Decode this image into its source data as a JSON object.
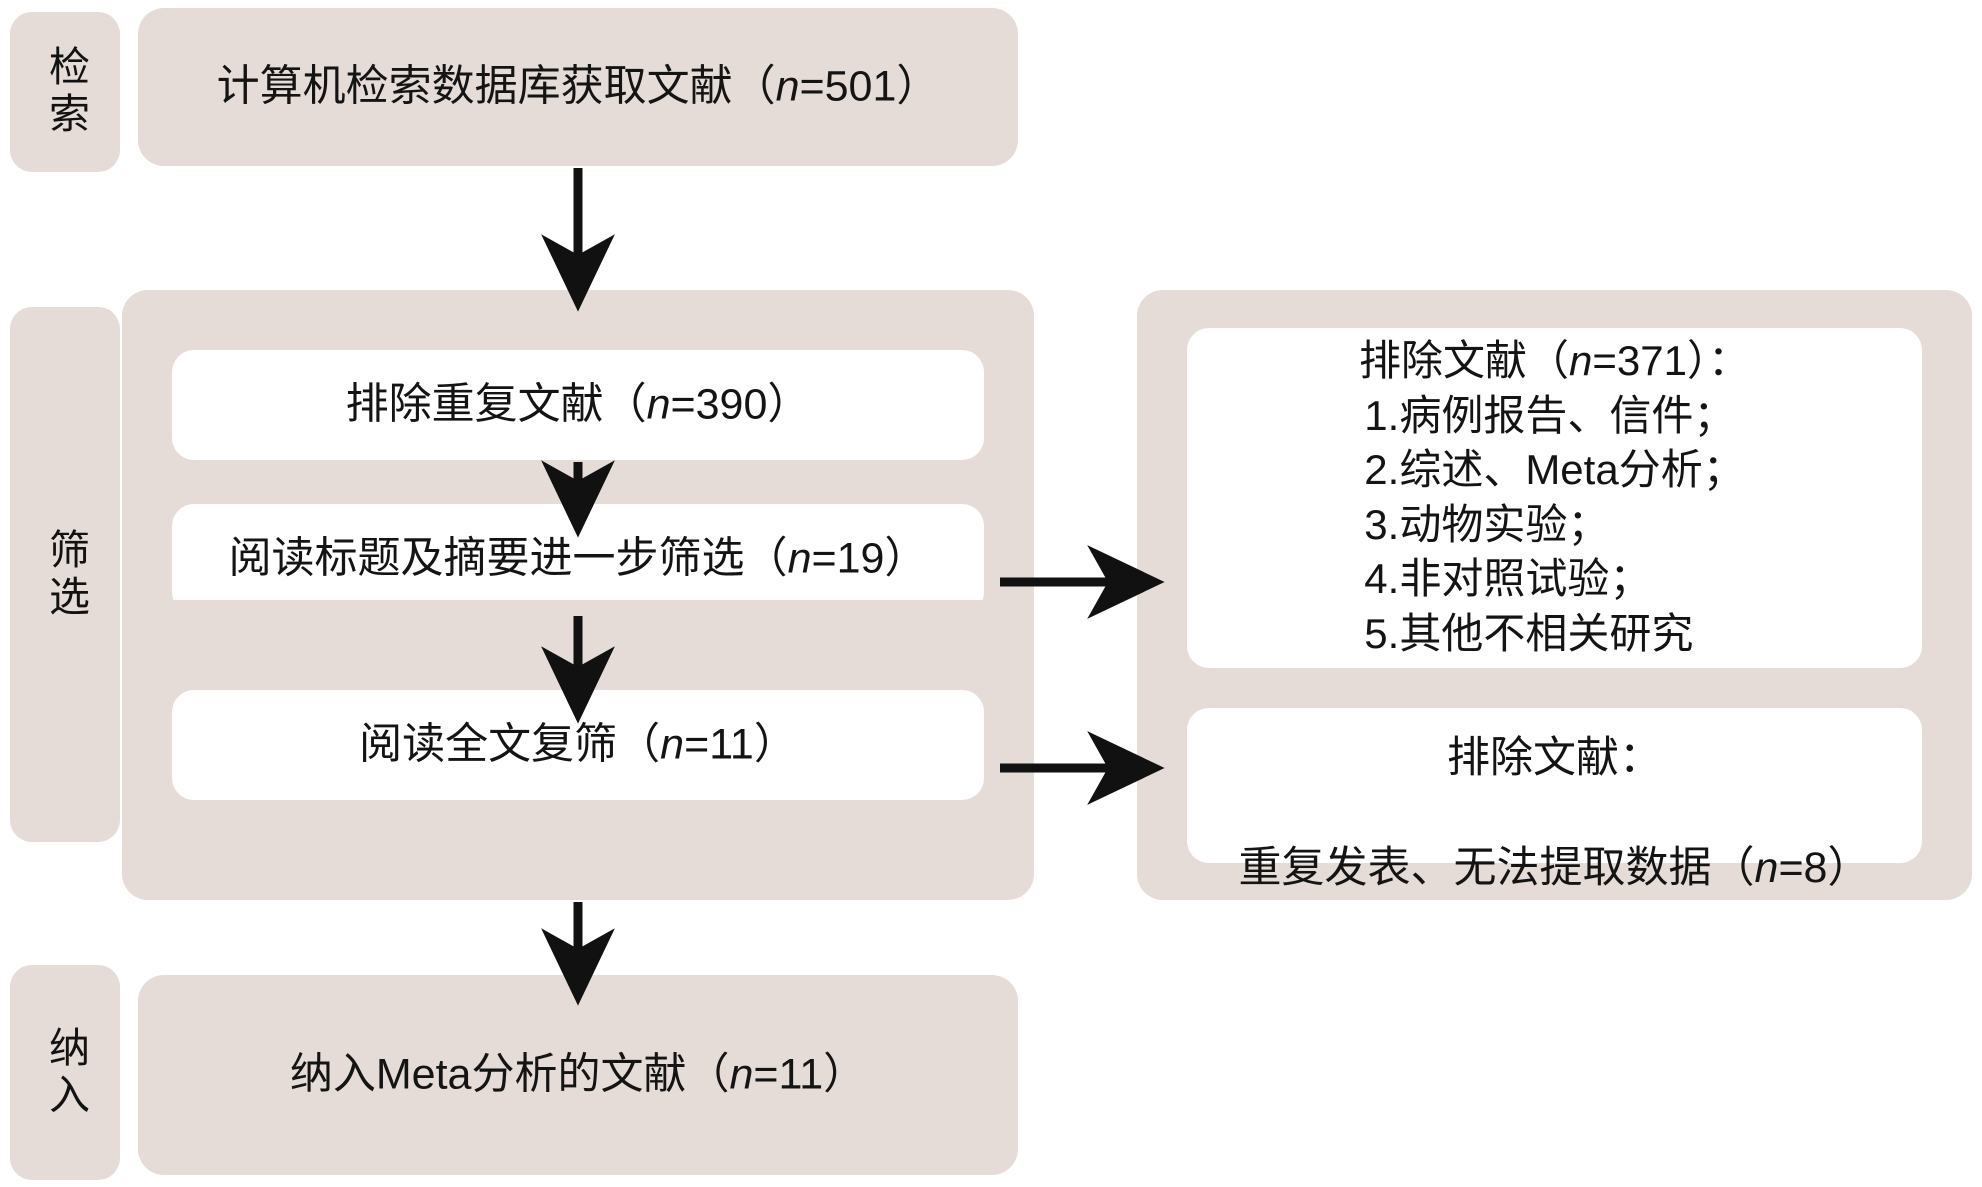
{
  "diagram": {
    "title": "PRISMA literature screening flow diagram",
    "colors": {
      "panel": "#e5dbd7",
      "card": "#ffffff",
      "text": "#141414",
      "arrow": "#111111",
      "background": "#ffffff"
    }
  },
  "stages": [
    {
      "id": "search",
      "label": "检索"
    },
    {
      "id": "screening",
      "label": "筛选"
    },
    {
      "id": "included",
      "label": "纳入"
    }
  ],
  "boxes": {
    "identification": {
      "text": "计算机检索数据库获取文献（n=501）",
      "n": 501
    },
    "deduplication": {
      "text": "排除重复文献（n=390）",
      "n": 390
    },
    "title_abstract": {
      "text": "阅读标题及摘要进一步筛选（n=19）",
      "n": 19
    },
    "fulltext": {
      "text": "阅读全文复筛（n=11）",
      "n": 11
    },
    "included": {
      "text": "纳入Meta分析的文献（n=11）",
      "n": 11
    }
  },
  "exclusions": {
    "primary": {
      "header": "排除文献（n=371）：",
      "n": 371,
      "items": [
        "1.病例报告、信件；",
        "2.综述、Meta分析；",
        "3.动物实验；",
        "4.非对照试验；",
        "5.其他不相关研究"
      ]
    },
    "secondary": {
      "header": "排除文献：",
      "detail": "重复发表、无法提取数据（n=8）",
      "n": 8
    }
  },
  "arrows": [
    {
      "id": "identification-to-screening",
      "direction": "down"
    },
    {
      "id": "dedup-to-title-abstract",
      "direction": "down"
    },
    {
      "id": "title-abstract-to-fulltext",
      "direction": "down"
    },
    {
      "id": "title-abstract-to-excluded-primary",
      "direction": "right"
    },
    {
      "id": "fulltext-to-excluded-secondary",
      "direction": "right"
    },
    {
      "id": "screening-to-included",
      "direction": "down"
    }
  ]
}
